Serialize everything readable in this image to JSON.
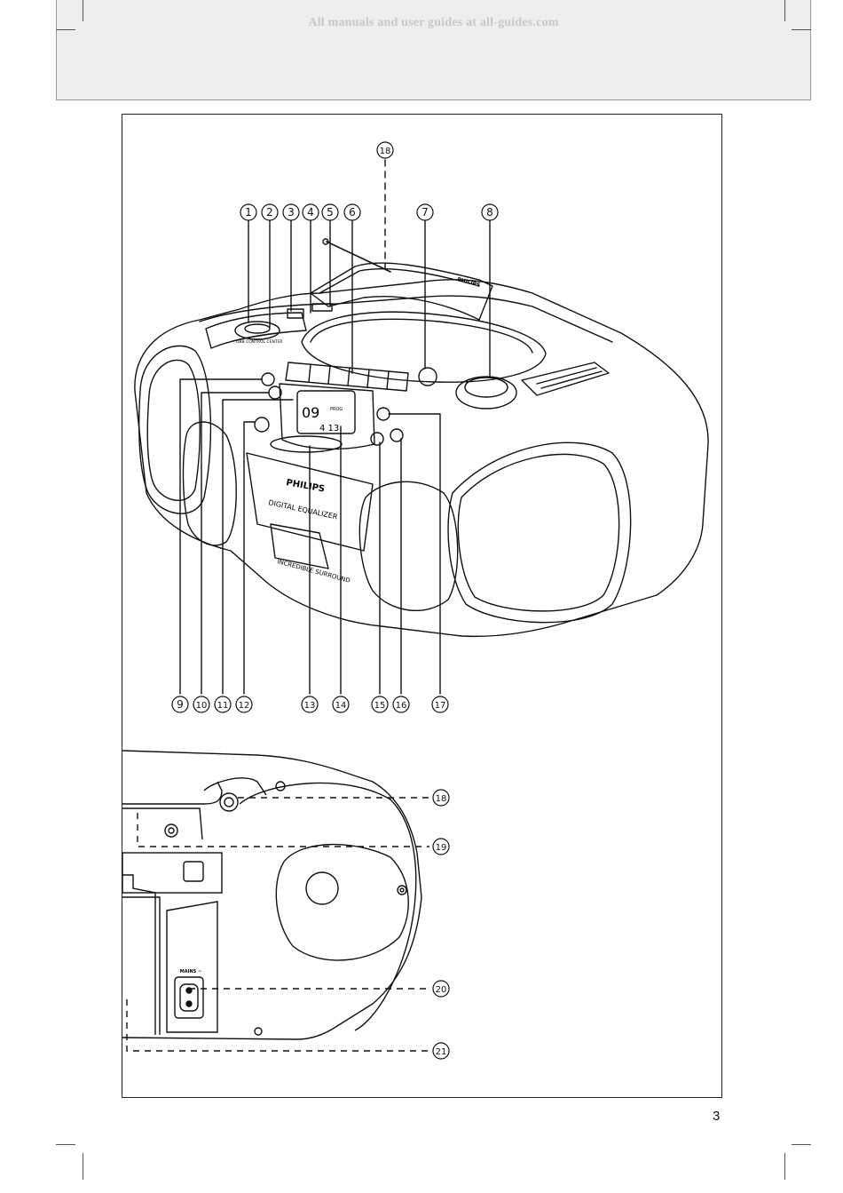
{
  "header": {
    "watermark": "All manuals and user guides at all-guides.com"
  },
  "page": {
    "number": "3"
  },
  "device_labels": {
    "brand": "PHILIPS",
    "brand_top": "PHILIPS",
    "equalizer": "DIGITAL EQUALIZER",
    "surround": "INCREDIBLE SURROUND",
    "control_center": "DBB CONTROL CENTER",
    "display_track": "09",
    "display_time": "4 13",
    "display_prog": "PROG",
    "mains": "MAINS ~"
  },
  "callouts": {
    "top": [
      "1",
      "2",
      "3",
      "4",
      "5",
      "6",
      "7",
      "8"
    ],
    "antenna": "18",
    "bottom": [
      "9",
      "10",
      "11",
      "12",
      "13",
      "14",
      "15",
      "16",
      "17"
    ],
    "rear": [
      "18",
      "19",
      "20",
      "21"
    ]
  }
}
